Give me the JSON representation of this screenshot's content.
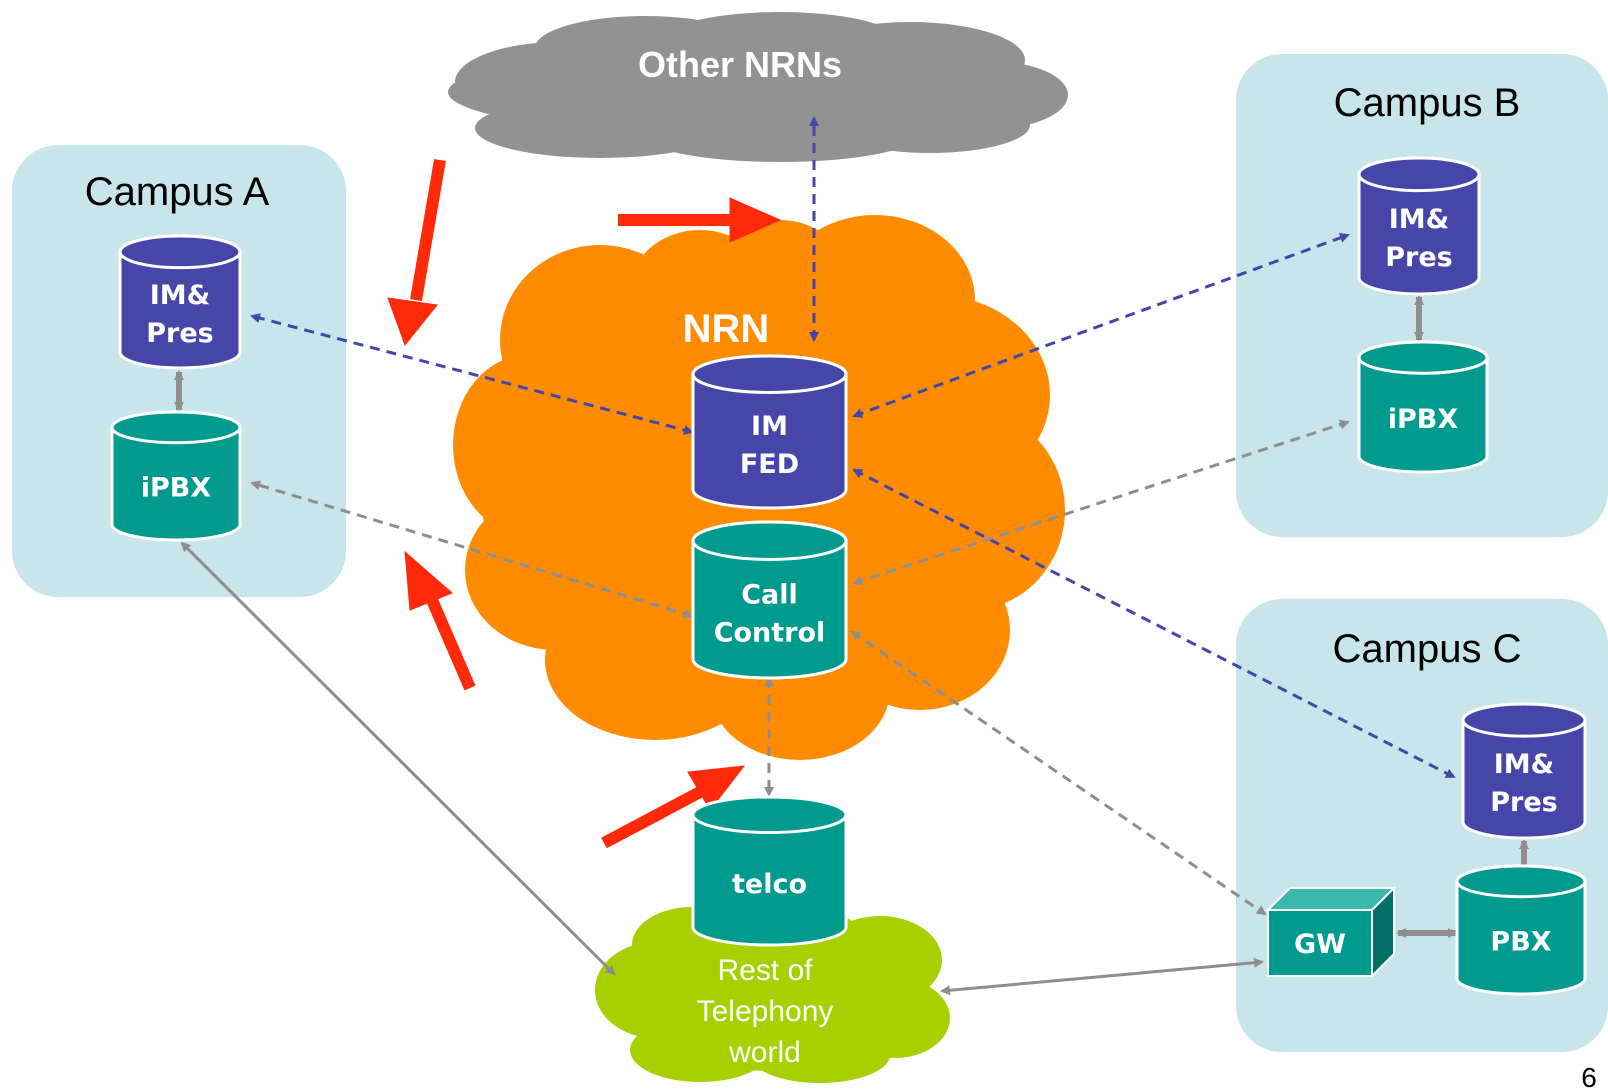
{
  "colors": {
    "campus_bg": "#c7e5ea",
    "purple": "#4646a8",
    "teal": "#009a8e",
    "orange": "#ff8c00",
    "gray_cloud": "#929292",
    "green_cloud": "#a8cf00",
    "red_arrow": "#ff2a0a",
    "link_blue": "#4446a8",
    "link_gray": "#8e8e8e"
  },
  "clouds": {
    "other_nrns": "Other NRNs",
    "nrn": "NRN",
    "rest": [
      "Rest of",
      "Telephony",
      "world"
    ]
  },
  "campuses": {
    "a": {
      "title": "Campus A"
    },
    "b": {
      "title": "Campus B"
    },
    "c": {
      "title": "Campus C"
    }
  },
  "nodes": {
    "a_im": [
      "IM&",
      "Pres"
    ],
    "a_ipbx": [
      "iPBX"
    ],
    "b_im": [
      "IM&",
      "Pres"
    ],
    "b_ipbx": [
      "iPBX"
    ],
    "c_im": [
      "IM&",
      "Pres"
    ],
    "c_pbx": [
      "PBX"
    ],
    "c_gw": [
      "GW"
    ],
    "im_fed": [
      "IM",
      "FED"
    ],
    "call_control": [
      "Call",
      "Control"
    ],
    "telco": [
      "telco"
    ]
  },
  "page_number": "6"
}
